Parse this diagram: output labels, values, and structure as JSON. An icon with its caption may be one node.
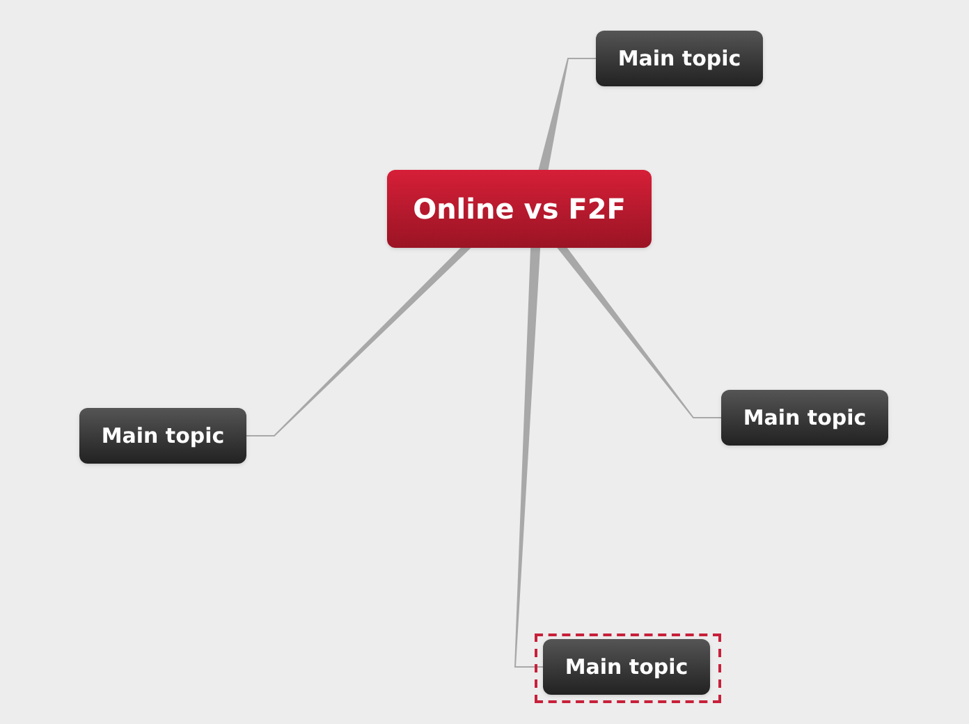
{
  "diagram": {
    "nodes": [
      {
        "text": [
          "Online vs F2F"
        ]
      },
      {
        "text": [
          "Main topic"
        ]
      },
      {
        "text": [
          "Main topic"
        ]
      },
      {
        "text": [
          "Main topic"
        ]
      },
      {
        "text": [
          "Main topic"
        ]
      }
    ],
    "edges": [
      {
        "from": 0,
        "to": 1,
        "arrow": "none"
      },
      {
        "from": 0,
        "to": 2,
        "arrow": "none"
      },
      {
        "from": 0,
        "to": 3,
        "arrow": "none"
      },
      {
        "from": 0,
        "to": 4,
        "arrow": "none"
      }
    ]
  }
}
